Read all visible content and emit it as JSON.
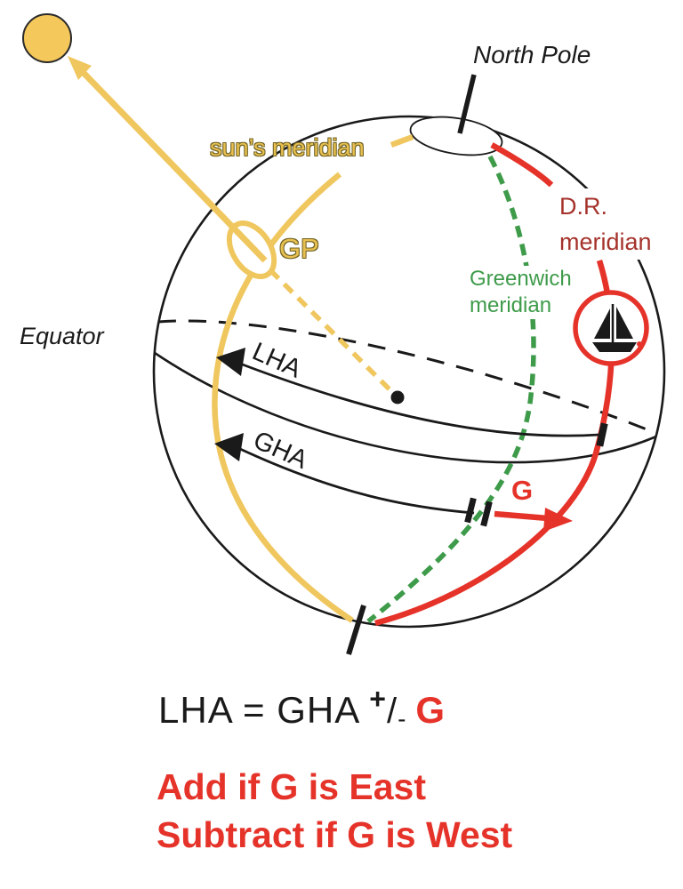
{
  "diagram": {
    "labels": {
      "north_pole": "North Pole",
      "suns_meridian": "sun’s meridian",
      "gp": "GP",
      "equator": "Equator",
      "greenwich": {
        "line1": "Greenwich",
        "line2": "meridian"
      },
      "dr": {
        "line1": "D.R.",
        "line2": "meridian"
      },
      "lha": "LHA",
      "gha": "GHA",
      "g": "G"
    },
    "formula": {
      "lhs": "LHA = GHA",
      "sup": "+",
      "slash": "/",
      "sub": "-",
      "rhs": "G"
    },
    "notes": {
      "line1": "Add if G is East",
      "line2": "Subtract if G is West"
    },
    "colors": {
      "sun_yellow": "#f5c85b",
      "meridian_yellow": "#efc75e",
      "red": "#e5332a",
      "dark_red": "#a5332c",
      "green": "#3e9b4a",
      "black": "#1a1a1a"
    },
    "icons": {
      "sun": "sun-icon",
      "sailboat": "sailboat-icon"
    }
  }
}
